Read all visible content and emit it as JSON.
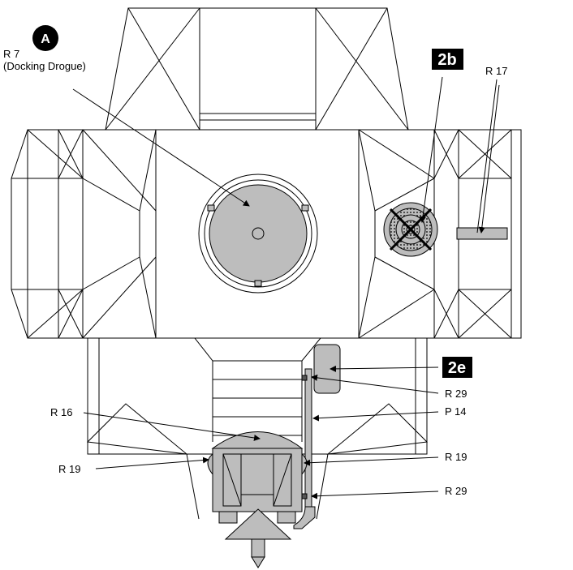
{
  "labels": {
    "marker_a": "A",
    "r7_line1": "R 7",
    "r7_line2": "(Docking Drogue)",
    "badge_2b": "2b",
    "r17": "R 17",
    "badge_2e": "2e",
    "r29_top": "R 29",
    "p14": "P 14",
    "r16": "R 16",
    "r19_right": "R 19",
    "r19_left": "R 19",
    "r29_bottom": "R 29"
  },
  "colors": {
    "line": "#000000",
    "fill_gray": "#bdbdbd",
    "badge_bg": "#000000",
    "badge_text": "#ffffff"
  }
}
